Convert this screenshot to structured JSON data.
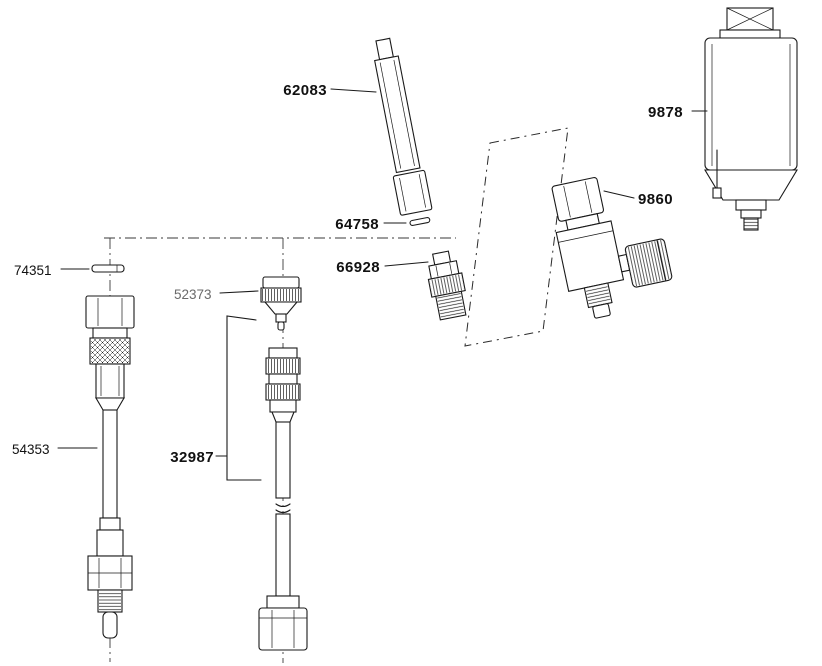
{
  "diagram": {
    "background_color": "#ffffff",
    "line_color": "#1a1a1a",
    "label_color": "#111111",
    "muted_label_color": "#6a6a6a",
    "parts": {
      "p62083": {
        "number": "62083",
        "label_style": "bold"
      },
      "p64758": {
        "number": "64758",
        "label_style": "bold"
      },
      "p66928": {
        "number": "66928",
        "label_style": "bold"
      },
      "p74351": {
        "number": "74351",
        "label_style": "regular"
      },
      "p52373": {
        "number": "52373",
        "label_style": "regular-muted"
      },
      "p54353": {
        "number": "54353",
        "label_style": "regular"
      },
      "p32987": {
        "number": "32987",
        "label_style": "bold"
      },
      "p9860": {
        "number": "9860",
        "label_style": "bold"
      },
      "p9878": {
        "number": "9878",
        "label_style": "bold"
      }
    }
  }
}
